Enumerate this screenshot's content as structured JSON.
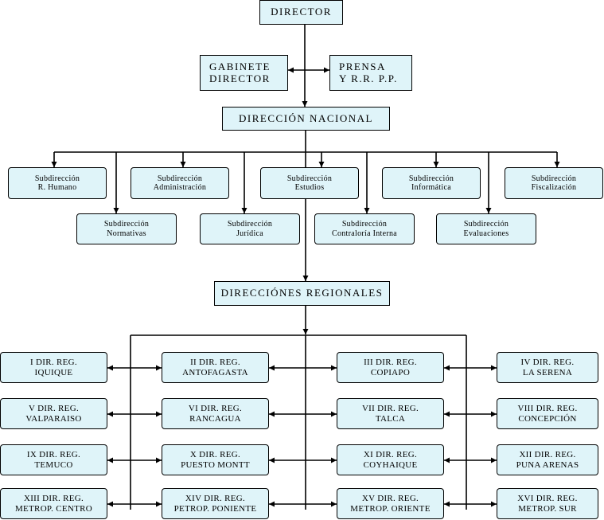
{
  "colors": {
    "box_fill": "#dff4f9",
    "line": "#000000"
  },
  "top": {
    "director": [
      "DIRECTOR"
    ],
    "gabinete": [
      "GABINETE",
      "DIRECTOR"
    ],
    "prensa": [
      "PRENSA",
      "Y R.R.  P.P."
    ],
    "direccion_nacional": [
      "DIRECCIÓN NACIONAL"
    ],
    "direcciones_regionales": [
      "DIRECCIÓNES REGIONALES"
    ]
  },
  "subdirecciones_top": [
    [
      "Subdirección",
      "R. Humano"
    ],
    [
      "Subdirección",
      "Administración"
    ],
    [
      "Subdirección",
      "Estudios"
    ],
    [
      "Subdirección",
      "Informática"
    ],
    [
      "Subdirección",
      "Fiscalización"
    ]
  ],
  "subdirecciones_bottom": [
    [
      "Subdirección",
      "Normativas"
    ],
    [
      "Subdirección",
      "Jurídica"
    ],
    [
      "Subdirección",
      "Contraloría Interna"
    ],
    [
      "Subdirección",
      "Evaluaciones"
    ]
  ],
  "regionales": [
    [
      [
        "I DIR. REG.",
        "IQUIQUE"
      ],
      [
        "II DIR. REG.",
        "ANTOFAGASTA"
      ],
      [
        "III DIR. REG.",
        "COPIAPO"
      ],
      [
        "IV DIR. REG.",
        "LA SERENA"
      ]
    ],
    [
      [
        "V DIR. REG.",
        "VALPARAISO"
      ],
      [
        "VI DIR. REG.",
        "RANCAGUA"
      ],
      [
        "VII DIR. REG.",
        "TALCA"
      ],
      [
        "VIII DIR. REG.",
        "CONCEPCIÓN"
      ]
    ],
    [
      [
        "IX DIR. REG.",
        "TEMUCO"
      ],
      [
        "X DIR. REG.",
        "PUESTO MONTT"
      ],
      [
        "XI DIR. REG.",
        "COYHAIQUE"
      ],
      [
        "XII DIR. REG.",
        "PUNA ARENAS"
      ]
    ],
    [
      [
        "XIII DIR. REG.",
        "METROP. CENTRO"
      ],
      [
        "XIV DIR. REG.",
        "PETROP. PONIENTE"
      ],
      [
        "XV  DIR. REG.",
        "METROP. ORIENTE"
      ],
      [
        "XVI DIR. REG.",
        "METROP. SUR"
      ]
    ]
  ]
}
